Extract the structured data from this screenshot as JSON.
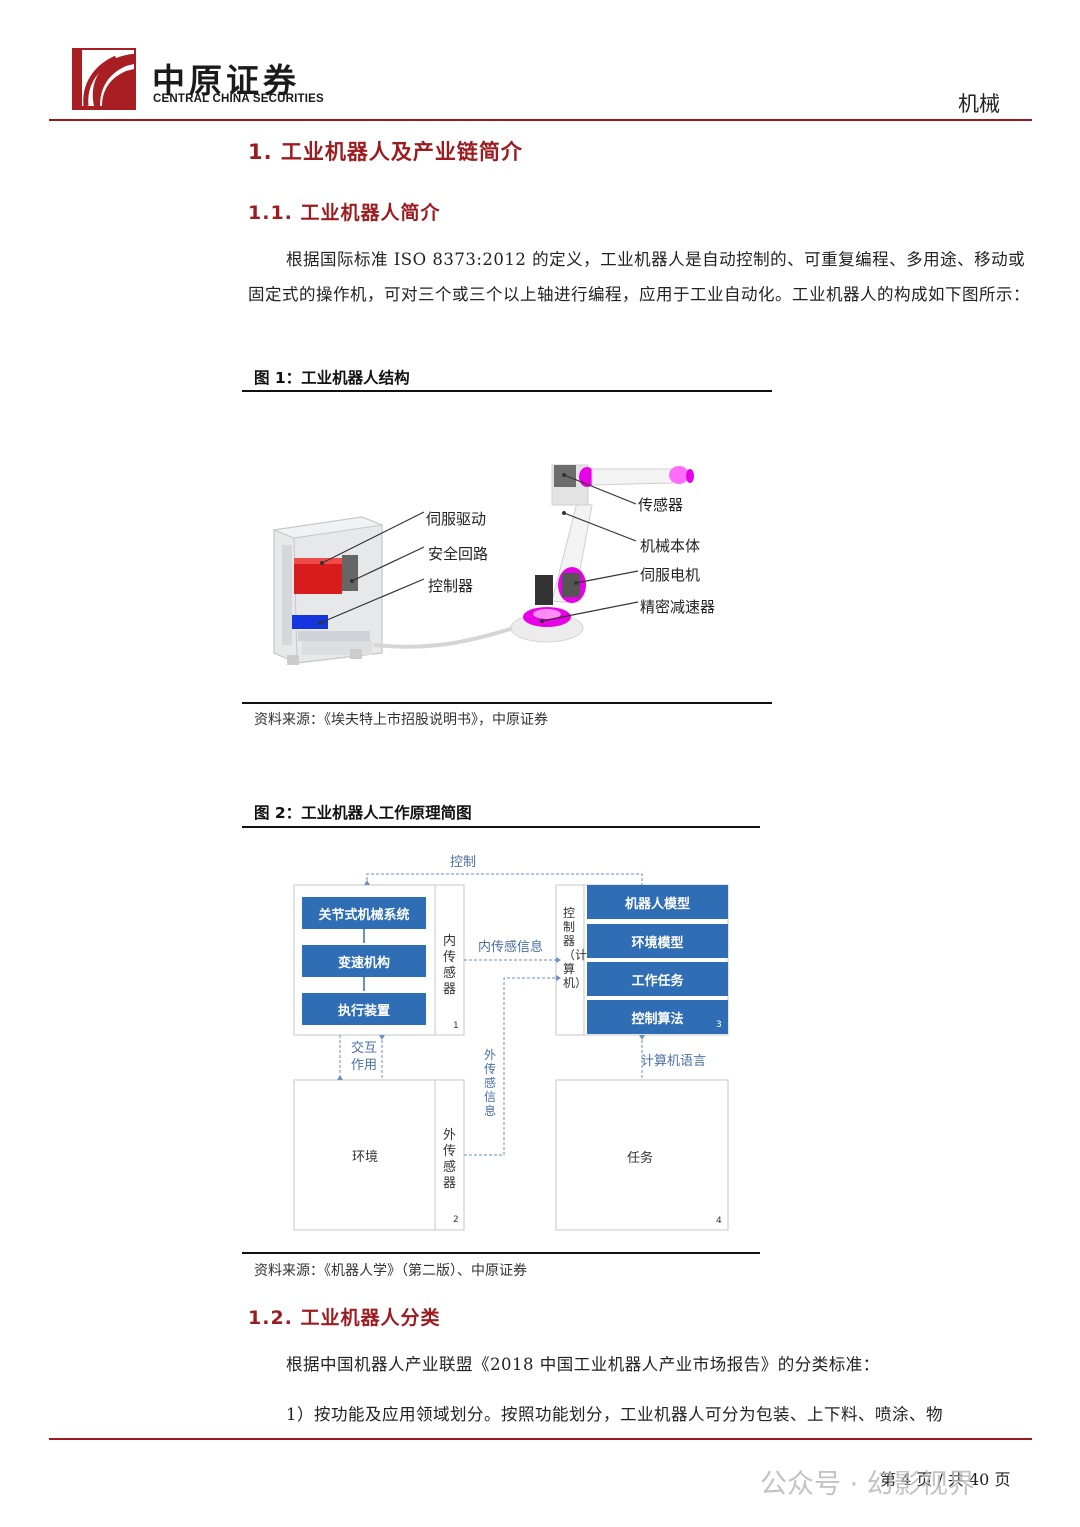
{
  "header": {
    "logo_cn": "中原证券",
    "logo_en": "CENTRAL CHINA SECURITIES",
    "industry": "机械"
  },
  "section1": {
    "title": "1. 工业机器人及产业链简介",
    "sub1": {
      "title": "1.1. 工业机器人简介",
      "paragraph": "根据国际标准 ISO 8373:2012 的定义，工业机器人是自动控制的、可重复编程、多用途、移动或固定式的操作机，可对三个或三个以上轴进行编程，应用于工业自动化。工业机器人的构成如下图所示："
    }
  },
  "figure1": {
    "title": "图 1：工业机器人结构",
    "labels": {
      "servo_drive": "伺服驱动",
      "safety_circuit": "安全回路",
      "controller": "控制器",
      "sensor": "传感器",
      "mechanical_body": "机械本体",
      "servo_motor": "伺服电机",
      "reducer": "精密减速器"
    },
    "source": "资料来源：《埃夫特上市招股说明书》，中原证券"
  },
  "figure2": {
    "title": "图 2：工业机器人工作原理简图",
    "labels": {
      "control": "控制",
      "joint_system": "关节式机械系统",
      "transmission": "变速机构",
      "actuator": "执行装置",
      "inner_sensor": "内传感器",
      "inner_sensing_info": "内传感信息",
      "controller_computer": "控制器（计算机）",
      "robot_model": "机器人模型",
      "env_model": "环境模型",
      "work_task": "工作任务",
      "control_algo": "控制算法",
      "interaction": "交互作用",
      "outer_sensing_info": "外传感信息",
      "computer_language": "计算机语言",
      "environment": "环境",
      "outer_sensor": "外传感器",
      "task": "任务",
      "n1": "1",
      "n2": "2",
      "n3": "3",
      "n4": "4"
    },
    "source": "资料来源：《机器人学》（第二版）、中原证券"
  },
  "sub2": {
    "title": "1.2. 工业机器人分类",
    "para1": "根据中国机器人产业联盟《2018 中国工业机器人产业市场报告》的分类标准：",
    "para2": "1）按功能及应用领域划分。按照功能划分，工业机器人可分为包装、上下料、喷涂、物"
  },
  "footer": {
    "page": "第 4 页 / 共 40 页",
    "watermark": "公众号 · 幻影视界"
  },
  "colors": {
    "brand_red": "#9b1b1f",
    "diagram_blue": "#2f6db5",
    "magenta": "#e400e0"
  }
}
